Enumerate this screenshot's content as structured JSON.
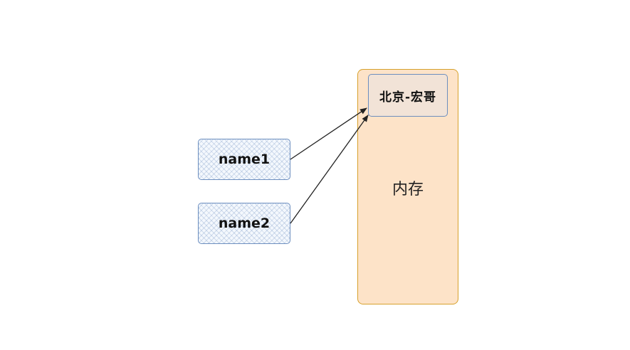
{
  "memory": {
    "label": "内存",
    "value": "北京-宏哥"
  },
  "variables": [
    {
      "name": "name1"
    },
    {
      "name": "name2"
    }
  ],
  "colors": {
    "memory_fill": "#fde3c8",
    "memory_border": "#d7a12c",
    "box_border": "#6c8ebf",
    "arrow": "#222222"
  }
}
